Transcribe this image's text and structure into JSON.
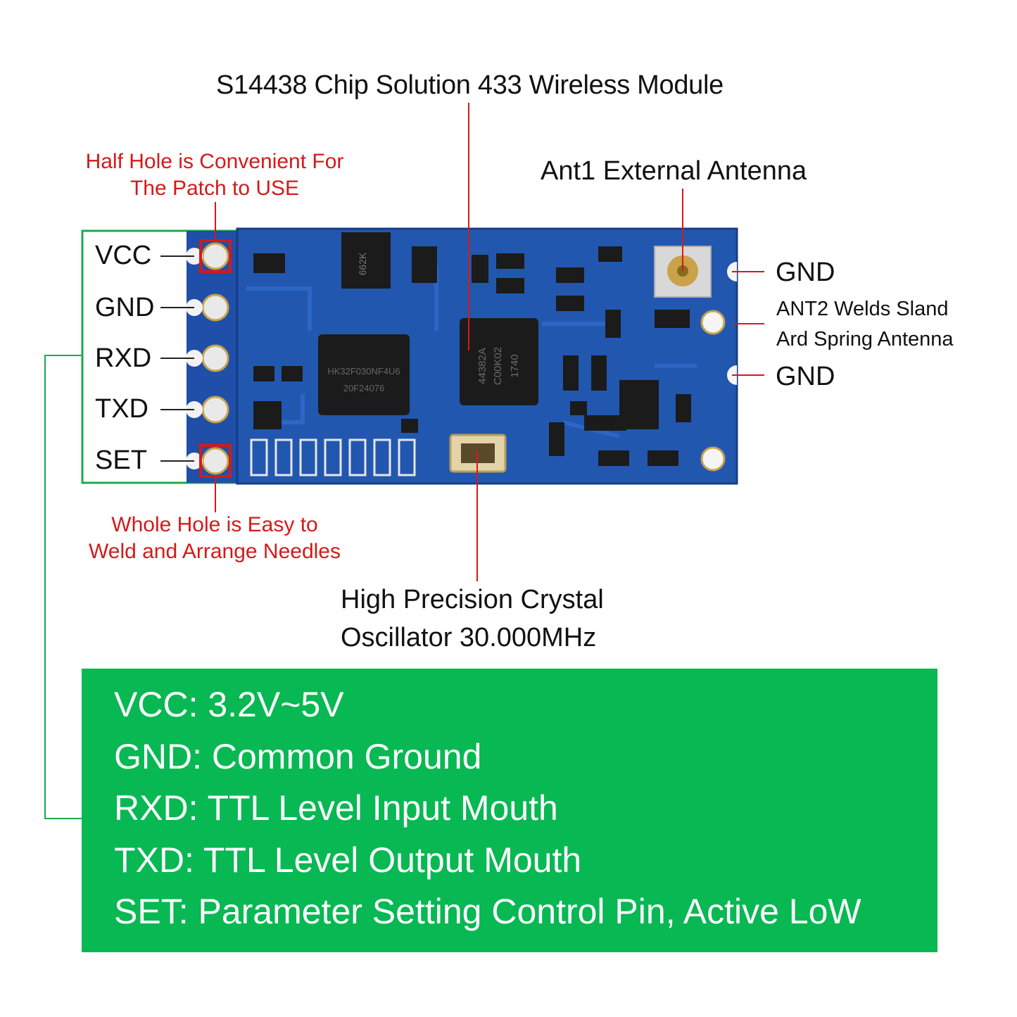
{
  "title": "S14438 Chip Solution 433 Wireless Module",
  "notes": {
    "half_hole": [
      "Half Hole is Convenient For",
      "The Patch to USE"
    ],
    "whole_hole": [
      "Whole Hole is Easy to",
      "Weld and Arrange Needles"
    ]
  },
  "antenna": {
    "ant1": "Ant1 External Antenna",
    "gnd_top": "GND",
    "ant2": [
      "ANT2 Welds Sland",
      "Ard Spring Antenna"
    ],
    "gnd_bottom": "GND"
  },
  "crystal": [
    "High Precision Crystal",
    "Oscillator 30.000MHz"
  ],
  "pins": [
    "VCC",
    "GND",
    "RXD",
    "TXD",
    "SET"
  ],
  "chips": {
    "mcu": [
      "HK32F030NF4U6",
      "20F24076"
    ],
    "rf": [
      "44382A",
      "C00K02",
      "1740"
    ],
    "regulator": "662K"
  },
  "specs": [
    "VCC: 3.2V~5V",
    "GND: Common Ground",
    "RXD: TTL Level Input Mouth",
    "TXD: TTL Level Output Mouth",
    "SET: Parameter Setting Control Pin, Active LoW"
  ],
  "colors": {
    "pcb": "#1f4fa8",
    "callout_red": "#d41a1a",
    "spec_green": "#08b853",
    "frame_green": "#1fa84f"
  }
}
